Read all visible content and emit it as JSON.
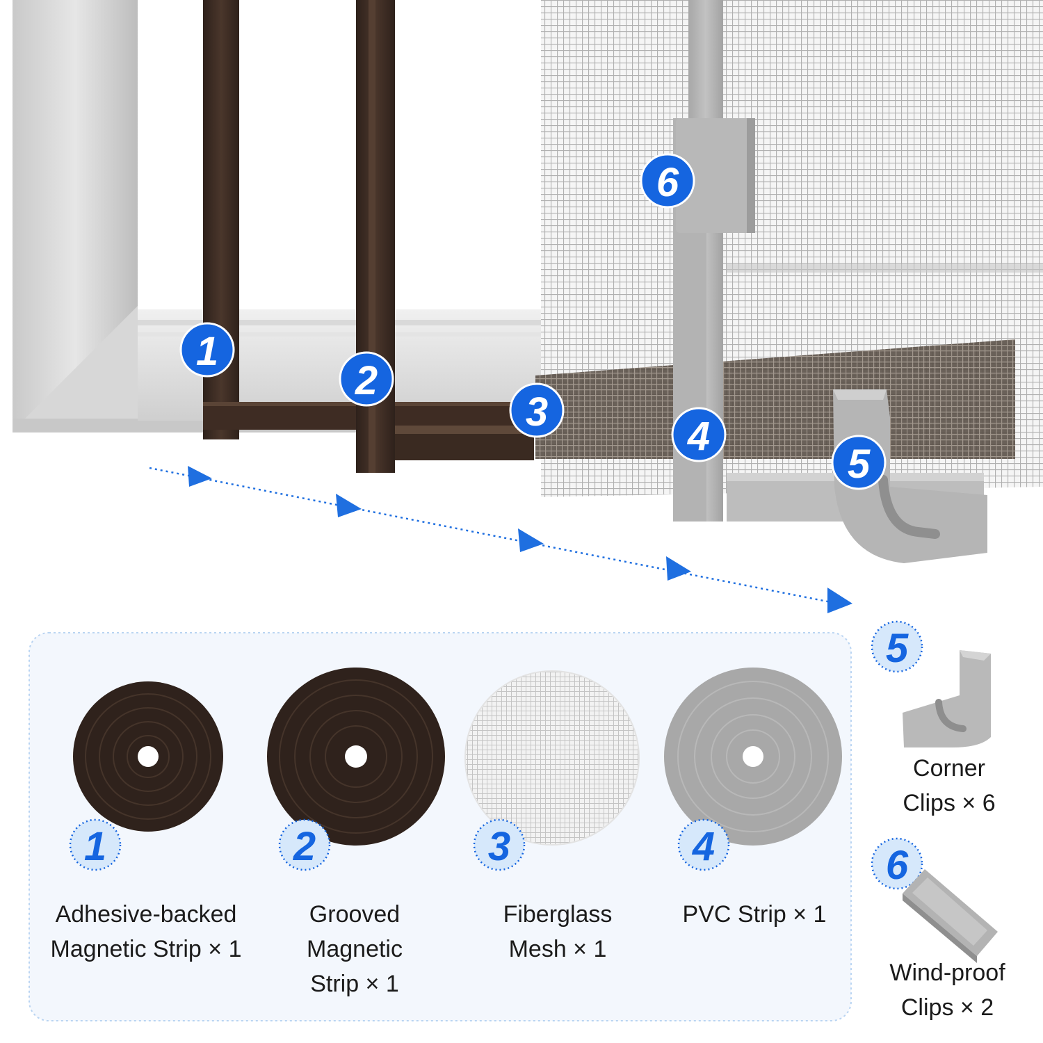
{
  "colors": {
    "badge_blue": "#1565e0",
    "outline_badge_fill": "#d6e8fb",
    "arrow_blue": "#1f6fe0",
    "panel_bg": "#f3f7fd",
    "panel_border": "#b9d4f2",
    "magnet_brown": "#3b2a22",
    "frame_gray": "#bdbdbd",
    "pvc_gray": "#a9a9a9",
    "mesh_light": "#eeeeee"
  },
  "installation_badges": [
    "1",
    "2",
    "3",
    "4",
    "5",
    "6"
  ],
  "parts": [
    {
      "number": "1",
      "lines": [
        "Adhesive-backed",
        "Magnetic Strip × 1"
      ],
      "icon": "brown-magnetic-roll-icon"
    },
    {
      "number": "2",
      "lines": [
        "Grooved",
        "Magnetic",
        "Strip × 1"
      ],
      "icon": "brown-grooved-roll-icon"
    },
    {
      "number": "3",
      "lines": [
        "Fiberglass",
        "Mesh × 1"
      ],
      "icon": "mesh-roll-icon"
    },
    {
      "number": "4",
      "lines": [
        "PVC Strip × 1"
      ],
      "icon": "gray-pvc-roll-icon"
    },
    {
      "number": "5",
      "lines": [
        "Corner",
        "Clips × 6"
      ],
      "icon": "corner-clip-icon"
    },
    {
      "number": "6",
      "lines": [
        "Wind-proof",
        "Clips × 2"
      ],
      "icon": "wind-proof-clip-icon"
    }
  ]
}
